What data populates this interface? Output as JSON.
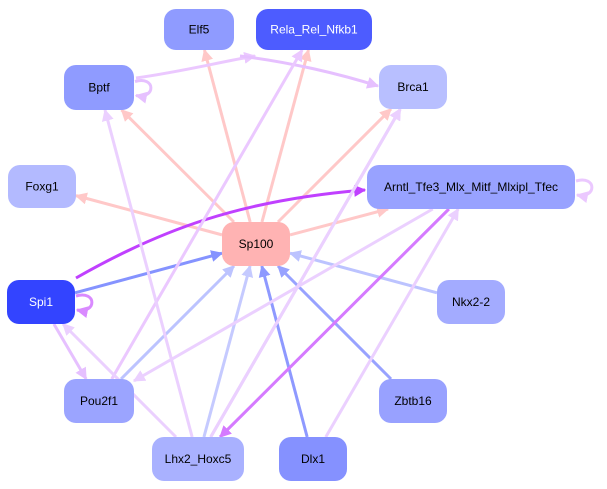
{
  "graph": {
    "nodes": [
      {
        "id": "Elf5",
        "label": "Elf5",
        "fill": "#8f9bff",
        "text": "#000000"
      },
      {
        "id": "Rela_Rel_Nfkb1",
        "label": "Rela_Rel_Nfkb1",
        "fill": "#4d5cff",
        "text": "#ffffff"
      },
      {
        "id": "Bptf",
        "label": "Bptf",
        "fill": "#8f9bff",
        "text": "#000000"
      },
      {
        "id": "Brca1",
        "label": "Brca1",
        "fill": "#b8bfff",
        "text": "#000000"
      },
      {
        "id": "Foxg1",
        "label": "Foxg1",
        "fill": "#b3baff",
        "text": "#000000"
      },
      {
        "id": "Arntl_Tfe3_Mlx_Mitf_Mlxipl_Tfec",
        "label": "Arntl_Tfe3_Mlx_Mitf_Mlxipl_Tfec",
        "fill": "#98a2ff",
        "text": "#000000"
      },
      {
        "id": "Sp100",
        "label": "Sp100",
        "fill": "#ffb3b3",
        "text": "#000000"
      },
      {
        "id": "Spi1",
        "label": "Spi1",
        "fill": "#3344ff",
        "text": "#ffffff"
      },
      {
        "id": "Nkx2-2",
        "label": "Nkx2-2",
        "fill": "#a3abff",
        "text": "#000000"
      },
      {
        "id": "Pou2f1",
        "label": "Pou2f1",
        "fill": "#9ba4ff",
        "text": "#000000"
      },
      {
        "id": "Zbtb16",
        "label": "Zbtb16",
        "fill": "#98a1ff",
        "text": "#000000"
      },
      {
        "id": "Lhx2_Hoxc5",
        "label": "Lhx2_Hoxc5",
        "fill": "#a9b1ff",
        "text": "#000000"
      },
      {
        "id": "Dlx1",
        "label": "Dlx1",
        "fill": "#8591ff",
        "text": "#000000"
      }
    ],
    "edges": [
      {
        "from": "Sp100",
        "to": "Elf5",
        "color": "#ffc8c8"
      },
      {
        "from": "Sp100",
        "to": "Rela_Rel_Nfkb1",
        "color": "#ffc8c8"
      },
      {
        "from": "Sp100",
        "to": "Bptf",
        "color": "#ffc8c8"
      },
      {
        "from": "Sp100",
        "to": "Brca1",
        "color": "#ffc8c8"
      },
      {
        "from": "Sp100",
        "to": "Foxg1",
        "color": "#ffc8c8"
      },
      {
        "from": "Sp100",
        "to": "Arntl_Tfe3_Mlx_Mitf_Mlxipl_Tfec",
        "color": "#ffc8c8"
      },
      {
        "from": "Spi1",
        "to": "Sp100",
        "color": "#8593ff"
      },
      {
        "from": "Nkx2-2",
        "to": "Sp100",
        "color": "#bcc3ff"
      },
      {
        "from": "Pou2f1",
        "to": "Sp100",
        "color": "#bcc3ff"
      },
      {
        "from": "Zbtb16",
        "to": "Sp100",
        "color": "#98a2ff"
      },
      {
        "from": "Lhx2_Hoxc5",
        "to": "Sp100",
        "color": "#c5caff"
      },
      {
        "from": "Dlx1",
        "to": "Sp100",
        "color": "#8e99ff"
      },
      {
        "from": "Spi1",
        "to": "Arntl_Tfe3_Mlx_Mitf_Mlxipl_Tfec",
        "color": "#c040ff"
      },
      {
        "from": "Arntl_Tfe3_Mlx_Mitf_Mlxipl_Tfec",
        "to": "Lhx2_Hoxc5",
        "color": "#d57aff"
      },
      {
        "from": "Bptf",
        "to": "Rela_Rel_Nfkb1",
        "color": "#ebc8ff"
      },
      {
        "from": "Elf5",
        "to": "Brca1",
        "color": "#e6c0ff"
      },
      {
        "from": "Pou2f1",
        "to": "Rela_Rel_Nfkb1",
        "color": "#ebc8ff"
      },
      {
        "from": "Lhx2_Hoxc5",
        "to": "Brca1",
        "color": "#e6c0ff"
      },
      {
        "from": "Lhx2_Hoxc5",
        "to": "Bptf",
        "color": "#ebd0ff"
      },
      {
        "from": "Lhx2_Hoxc5",
        "to": "Spi1",
        "color": "#ebd0ff"
      },
      {
        "from": "Spi1",
        "to": "Pou2f1",
        "color": "#e6c0ff"
      },
      {
        "from": "Arntl_Tfe3_Mlx_Mitf_Mlxipl_Tfec",
        "to": "Pou2f1",
        "color": "#ebd0ff"
      },
      {
        "from": "Dlx1",
        "to": "Arntl_Tfe3_Mlx_Mitf_Mlxipl_Tfec",
        "color": "#ebd0ff"
      },
      {
        "from": "Lhx2_Hoxc5",
        "to": "Brca1",
        "color": "#ebd0ff"
      }
    ],
    "self_loops": [
      {
        "node": "Bptf",
        "color": "#e6c0ff"
      },
      {
        "node": "Spi1",
        "color": "#d98aff"
      },
      {
        "node": "Arntl_Tfe3_Mlx_Mitf_Mlxipl_Tfec",
        "color": "#ebc8ff"
      }
    ]
  }
}
